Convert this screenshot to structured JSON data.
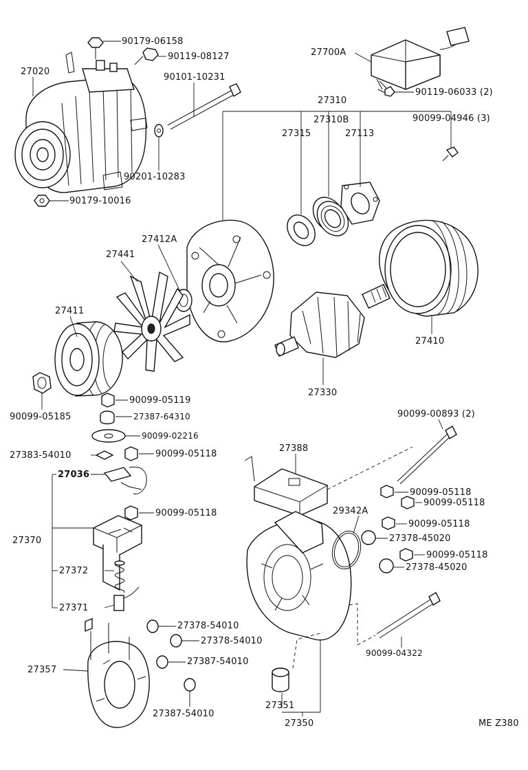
{
  "diagram_code": "ME Z380",
  "labels": {
    "p90179_06158": "90179-06158",
    "p90119_08127": "90119-08127",
    "p27020": "27020",
    "p90101_10231": "90101-10231",
    "p90201_10283": "90201-10283",
    "p90179_10016": "90179-10016",
    "p27700A": "27700A",
    "p90119_06033": "90119-06033 (2)",
    "p27310": "27310",
    "p27310B": "27310B",
    "p27315": "27315",
    "p27113": "27113",
    "p90099_04946": "90099-04946 (3)",
    "p27412A": "27412A",
    "p27441": "27441",
    "p27411": "27411",
    "p27410": "27410",
    "p27330": "27330",
    "p90099_05185": "90099-05185",
    "p90099_05119": "90099-05119",
    "p27387_64310": "27387-64310",
    "p90099_02216": "90099-02216",
    "p27383_54010": "27383-54010",
    "p90099_05118_a": "90099-05118",
    "p27036": "27036",
    "p90099_05118_b": "90099-05118",
    "p27370": "27370",
    "p27372": "27372",
    "p27371": "27371",
    "p27357": "27357",
    "p27378_54010_a": "27378-54010",
    "p27378_54010_b": "27378-54010",
    "p27387_54010_a": "27387-54010",
    "p27387_54010_b": "27387-54010",
    "p90099_00893": "90099-00893 (2)",
    "p27388": "27388",
    "p90099_05118_c": "90099-05118",
    "p90099_05118_d": "90099-05118",
    "p29342A": "29342A",
    "p90099_05118_e": "90099-05118",
    "p27378_45020_a": "27378-45020",
    "p90099_05118_f": "90099-05118",
    "p27378_45020_b": "27378-45020",
    "p90099_04322": "90099-04322",
    "p27351": "27351",
    "p27350": "27350"
  }
}
